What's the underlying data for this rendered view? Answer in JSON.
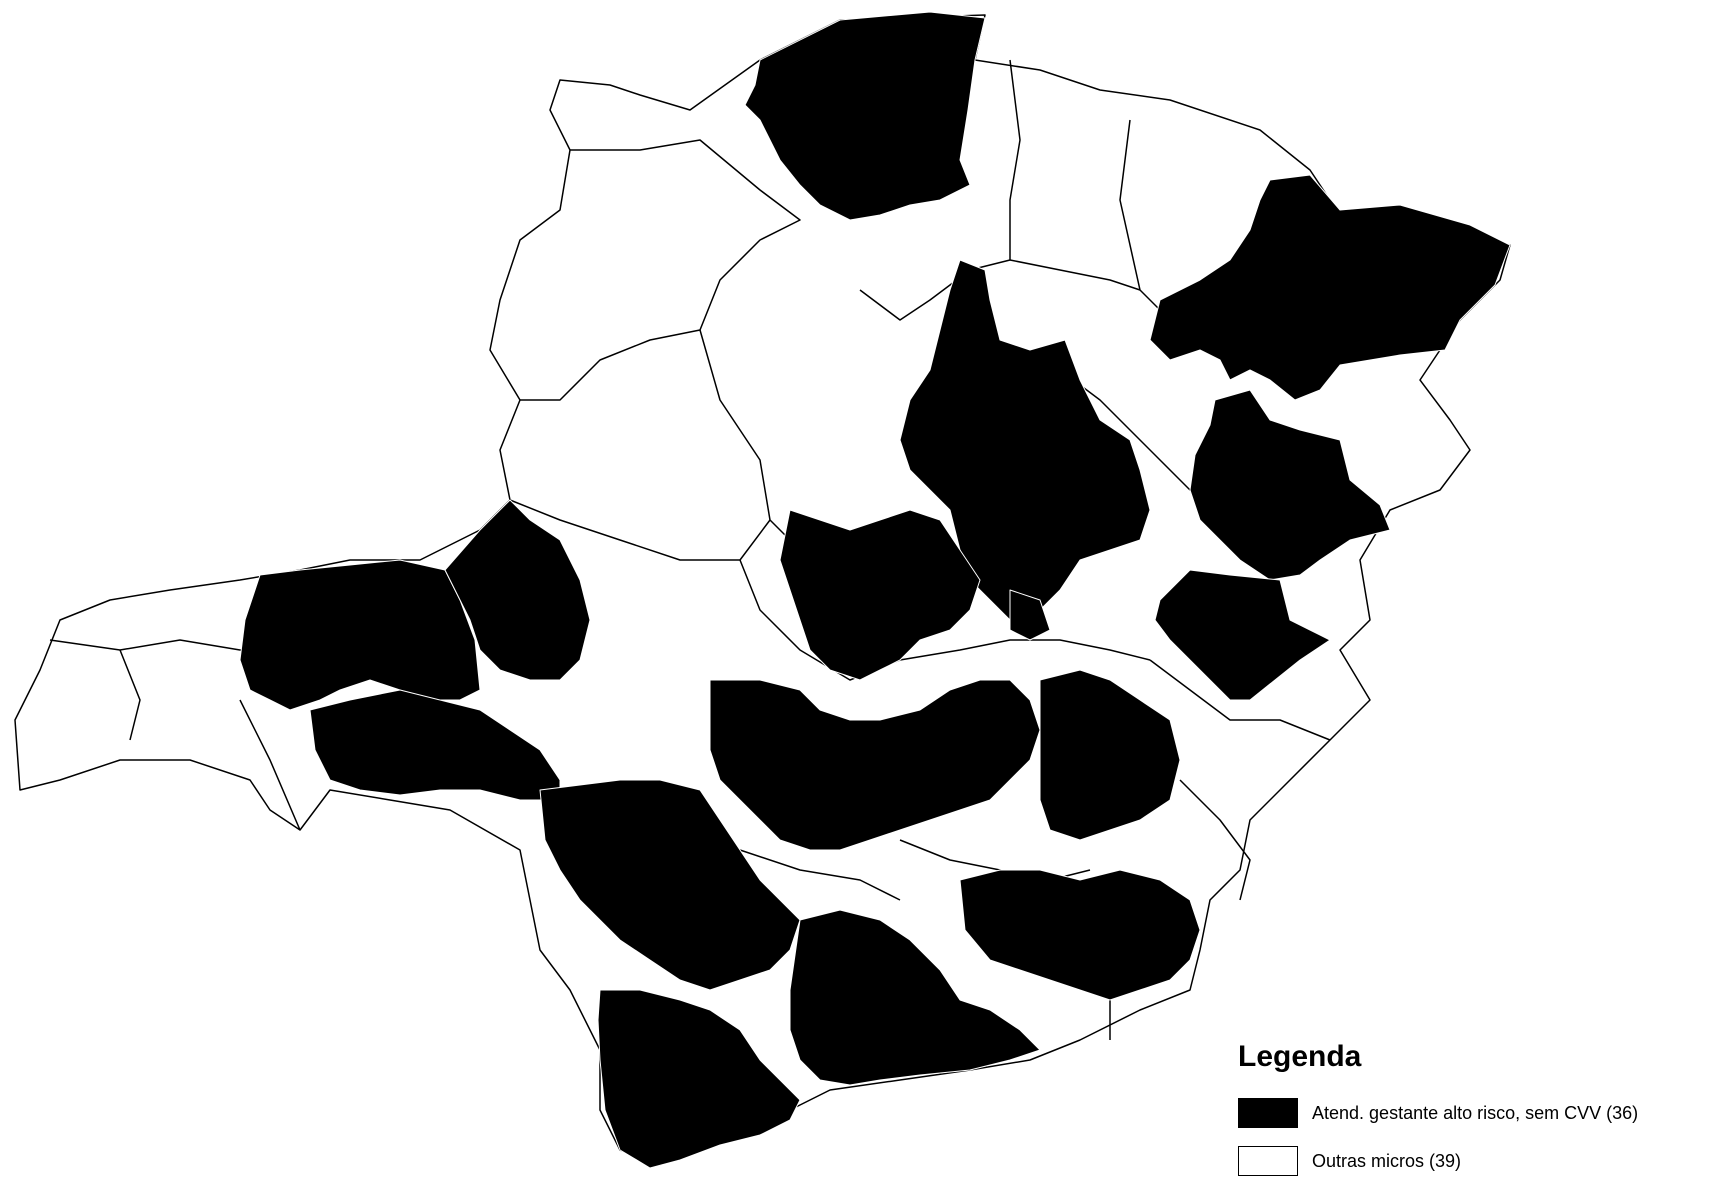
{
  "legend": {
    "title": "Legenda",
    "items": [
      {
        "label": "Atend. gestante alto risco, sem CVV (36)",
        "color": "#000000"
      },
      {
        "label": "Outras micros (39)",
        "color": "#ffffff"
      }
    ]
  },
  "map": {
    "category_colors": {
      "highlight": "#000000",
      "other": "#ffffff"
    },
    "region_counts": {
      "highlight": 36,
      "other": 39
    }
  }
}
